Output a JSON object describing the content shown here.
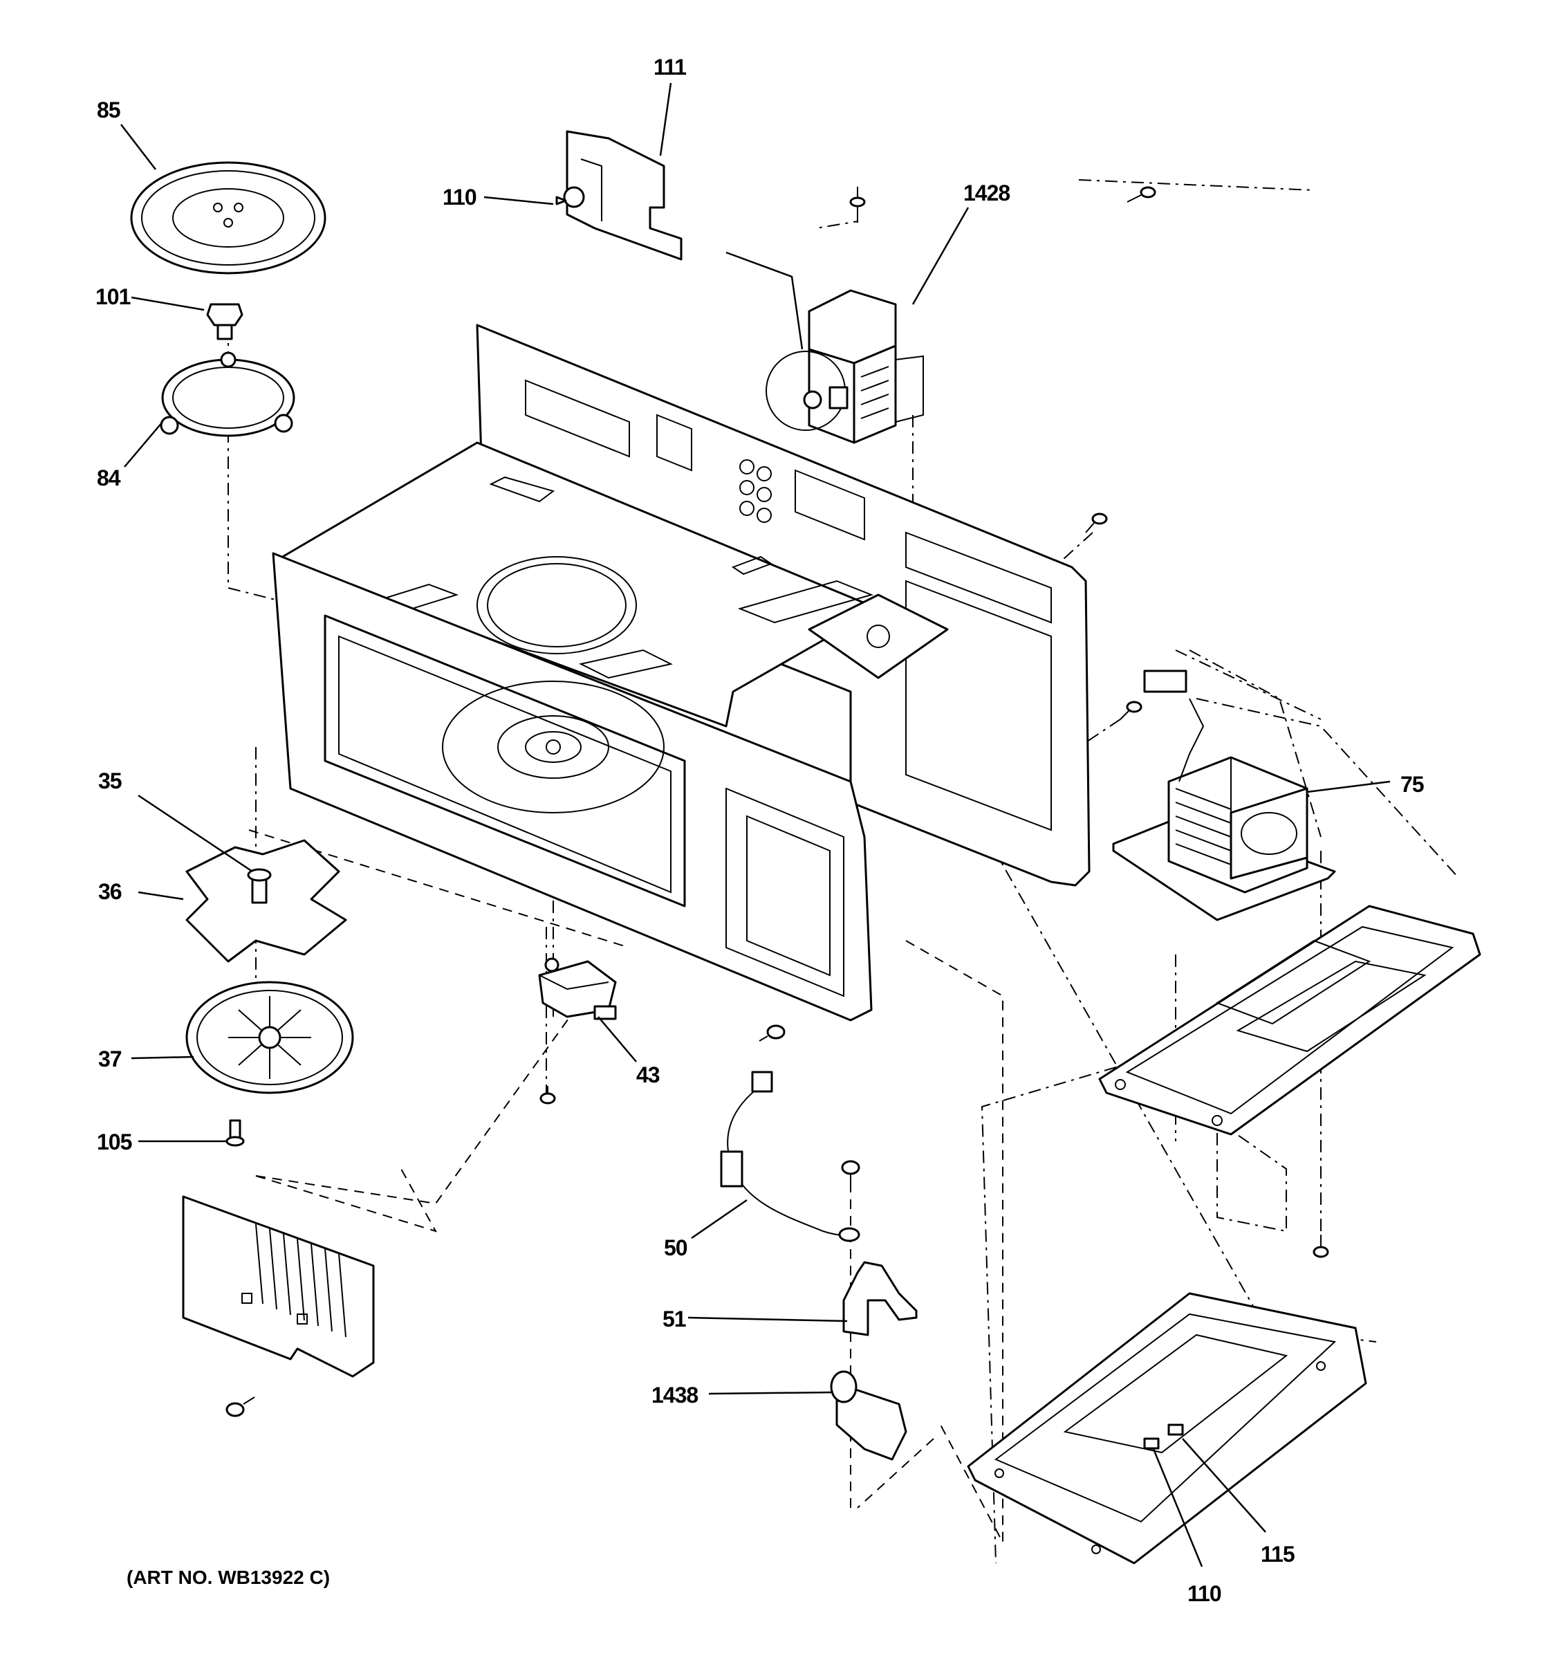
{
  "diagram": {
    "art_number": "(ART NO. WB13922 C)",
    "callouts": [
      {
        "id": "85",
        "label": "85"
      },
      {
        "id": "101",
        "label": "101"
      },
      {
        "id": "84",
        "label": "84"
      },
      {
        "id": "111",
        "label": "111"
      },
      {
        "id": "110a",
        "label": "110"
      },
      {
        "id": "1428",
        "label": "1428"
      },
      {
        "id": "75",
        "label": "75"
      },
      {
        "id": "35",
        "label": "35"
      },
      {
        "id": "36",
        "label": "36"
      },
      {
        "id": "37",
        "label": "37"
      },
      {
        "id": "105",
        "label": "105"
      },
      {
        "id": "43",
        "label": "43"
      },
      {
        "id": "50",
        "label": "50"
      },
      {
        "id": "51",
        "label": "51"
      },
      {
        "id": "1438",
        "label": "1438"
      },
      {
        "id": "115",
        "label": "115"
      },
      {
        "id": "110b",
        "label": "110"
      }
    ]
  }
}
